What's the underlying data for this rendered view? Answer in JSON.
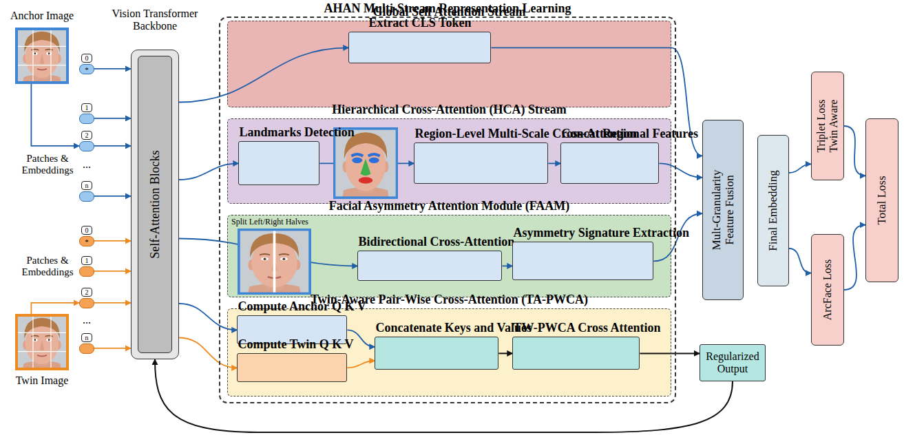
{
  "diagram": {
    "nodes": [
      {
        "text": [
          "Anchor Image"
        ]
      },
      {
        "text": [
          "0",
          "*"
        ]
      },
      {
        "text": [
          "1"
        ]
      },
      {
        "text": [
          "2"
        ]
      },
      {
        "text": [
          "n"
        ]
      },
      {
        "text": [
          "0",
          "*"
        ]
      },
      {
        "text": [
          "1"
        ]
      },
      {
        "text": [
          "2"
        ]
      },
      {
        "text": [
          "n"
        ]
      },
      {
        "text": [
          "Twin Image"
        ]
      },
      {
        "text": [
          "Vision Transformer Backbone"
        ]
      },
      {
        "text": [
          "Self-Attention Blocks"
        ],
        "in": 10
      },
      {
        "text": [
          "AHAN Multi-Stream Representation Learning"
        ]
      },
      {
        "text": [
          "Global Self Attention Stream"
        ],
        "in": 12
      },
      {
        "text": [
          "Extract CLS Token"
        ],
        "in": 13
      },
      {
        "text": [
          "Hierarchical Cross-Attention (HCA) Stream"
        ],
        "in": 12
      },
      {
        "text": [
          "Landmarks Detection"
        ],
        "in": 15
      },
      {
        "text": [
          "Region-Level Multi-Scale Cross-Attention"
        ],
        "in": 15
      },
      {
        "text": [
          "Concat Regional Features"
        ],
        "in": 15
      },
      {
        "text": [
          "Facial Asymmetry Attention Module (FAAM)"
        ],
        "in": 12
      },
      {
        "text": [
          "Bidirectional Cross-Attention"
        ],
        "in": 19
      },
      {
        "text": [
          "Asymmetry Signature Extraction"
        ],
        "in": 19
      },
      {
        "text": [
          "Twin-Aware Pair-Wise Cross-Attention (TA-PWCA)"
        ],
        "in": 12
      },
      {
        "text": [
          "Compute Anchor Q K V"
        ],
        "in": 22
      },
      {
        "text": [
          "Compute Twin Q K V"
        ],
        "in": 22
      },
      {
        "text": [
          "Concatenate Keys and Values"
        ],
        "in": 22
      },
      {
        "text": [
          "TW-PWCA Cross Attention"
        ],
        "in": 22
      },
      {
        "text": [
          "Mult-Granularity Feature Fusion"
        ]
      },
      {
        "text": [
          "Final Embedding"
        ]
      },
      {
        "text": [
          "Triplet Loss Twin Aware"
        ]
      },
      {
        "text": [
          "ArcFace Loss"
        ]
      },
      {
        "text": [
          "Total Loss"
        ]
      },
      {
        "text": [
          "Regularized Output"
        ]
      }
    ],
    "edges": [
      {
        "from": 0,
        "to": 3,
        "arrow": "to"
      },
      {
        "from": 9,
        "to": 7,
        "arrow": "to"
      },
      {
        "from": 1,
        "to": 10,
        "arrow": "to"
      },
      {
        "from": 2,
        "to": 10,
        "arrow": "to"
      },
      {
        "from": 3,
        "to": 10,
        "arrow": "to"
      },
      {
        "from": 4,
        "to": 10,
        "arrow": "to"
      },
      {
        "from": 5,
        "to": 10,
        "arrow": "to"
      },
      {
        "from": 6,
        "to": 10,
        "arrow": "to"
      },
      {
        "from": 7,
        "to": 10,
        "arrow": "to"
      },
      {
        "from": 8,
        "to": 10,
        "arrow": "to"
      },
      {
        "from": 10,
        "to": 14,
        "arrow": "to"
      },
      {
        "from": 14,
        "to": 27,
        "arrow": "to"
      },
      {
        "from": 10,
        "to": 16,
        "arrow": "to"
      },
      {
        "from": 16,
        "to": 17,
        "arrow": "to"
      },
      {
        "from": 17,
        "to": 18,
        "arrow": "to"
      },
      {
        "from": 18,
        "to": 27,
        "arrow": "to"
      },
      {
        "from": 10,
        "to": 20,
        "arrow": "to"
      },
      {
        "from": 20,
        "to": 21,
        "arrow": "to"
      },
      {
        "from": 21,
        "to": 27,
        "arrow": "to"
      },
      {
        "from": 10,
        "to": 23,
        "arrow": "to"
      },
      {
        "from": 10,
        "to": 24,
        "arrow": "to"
      },
      {
        "from": 23,
        "to": 25,
        "arrow": "to"
      },
      {
        "from": 24,
        "to": 25,
        "arrow": "to"
      },
      {
        "from": 25,
        "to": 26,
        "arrow": "to"
      },
      {
        "from": 26,
        "to": 32,
        "arrow": "to"
      },
      {
        "from": 32,
        "to": 10,
        "arrow": "to"
      },
      {
        "from": 28,
        "to": 29,
        "arrow": "to"
      },
      {
        "from": 28,
        "to": 30,
        "arrow": "to"
      },
      {
        "from": 29,
        "to": 31,
        "arrow": "to"
      },
      {
        "from": 30,
        "to": 31,
        "arrow": "to"
      }
    ],
    "labels": [
      "Patches & Embeddings",
      "...",
      "Patches & Embeddings",
      "...",
      "Split Left/Right Halves"
    ]
  }
}
